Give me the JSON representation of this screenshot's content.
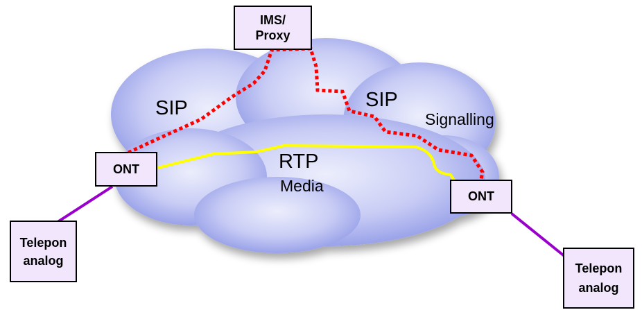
{
  "diagram": {
    "nodes": {
      "ims_proxy": {
        "line1": "IMS/",
        "line2": "Proxy"
      },
      "ont_left": {
        "label": "ONT"
      },
      "ont_right": {
        "label": "ONT"
      },
      "phone_left": {
        "line1": "Telepon",
        "line2": "analog"
      },
      "phone_right": {
        "line1": "Telepon",
        "line2": "analog"
      }
    },
    "labels": {
      "sip_left": "SIP",
      "sip_right": "SIP",
      "signalling": "Signalling",
      "rtp": "RTP",
      "media": "Media"
    },
    "colors": {
      "cloud_edge": "#8e98e6",
      "cloud_center": "#e9ebfb",
      "box_fill": "#f1e6fb",
      "sip_path": "#ff0000",
      "rtp_path": "#ffff00",
      "phone_link": "#9900cc"
    }
  }
}
